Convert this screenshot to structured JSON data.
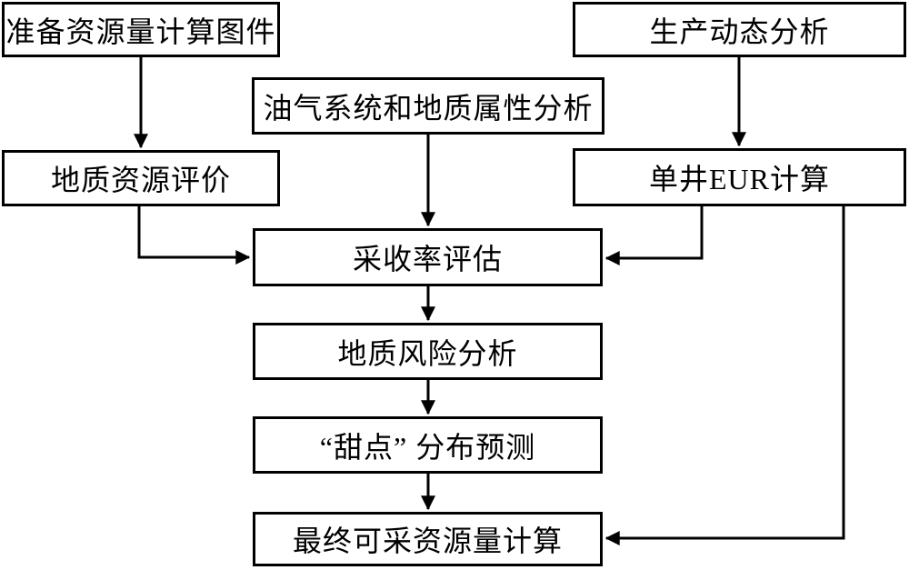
{
  "diagram": {
    "title": "resource-assessment-workflow-flowchart",
    "background_color": "#ffffff",
    "line_color": "#000000",
    "nodes": {
      "prepare_maps": {
        "label": "准备资源量计算图件"
      },
      "production_analysis": {
        "label": "生产动态分析"
      },
      "petroleum_system": {
        "label": "油气系统和地质属性分析"
      },
      "geo_resource_eval": {
        "label": "地质资源评价"
      },
      "single_well_eur": {
        "label": "单井EUR计算"
      },
      "recovery_eval": {
        "label": "采收率评估"
      },
      "geo_risk": {
        "label": "地质风险分析"
      },
      "sweet_spot": {
        "label": "“甜点” 分布预测"
      },
      "final_calc": {
        "label": "最终可采资源量计算"
      }
    },
    "edges": [
      "准备资源量计算图件 → 地质资源评价",
      "地质资源评价 → 采收率评估",
      "油气系统和地质属性分析 → 采收率评估",
      "生产动态分析 → 单井EUR计算",
      "单井EUR计算 → 采收率评估",
      "单井EUR计算 → 最终可采资源量计算",
      "采收率评估 → 地质风险分析",
      "地质风险分析 → “甜点” 分布预测",
      "“甜点” 分布预测 → 最终可采资源量计算"
    ]
  }
}
